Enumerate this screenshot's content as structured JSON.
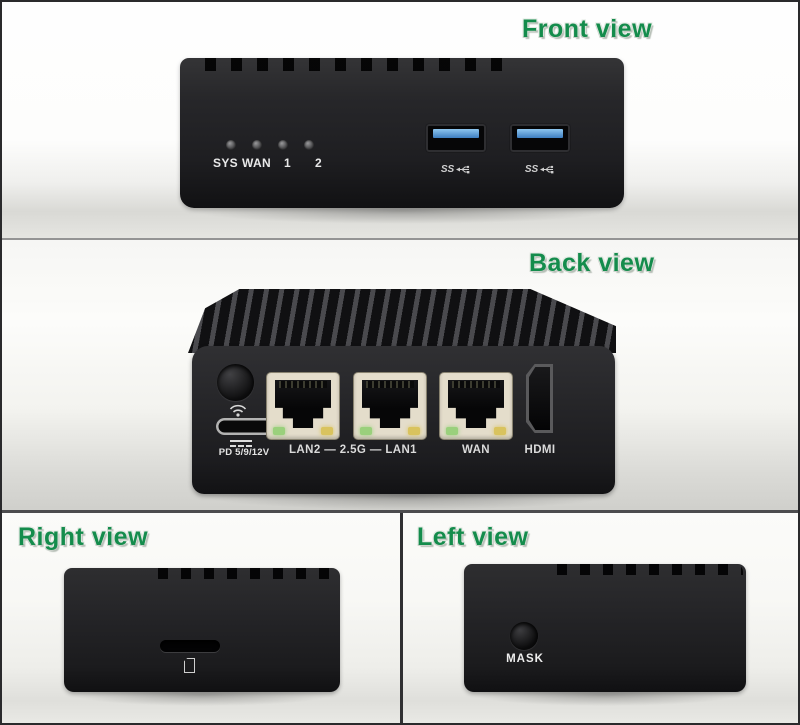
{
  "panels": {
    "front": {
      "label": "Front view",
      "led_labels": [
        "SYS",
        "WAN",
        "1",
        "2"
      ],
      "usb_label": "SS"
    },
    "back": {
      "label": "Back view",
      "power_label": "PD 5/9/12V",
      "lan_label": "LAN2 — 2.5G — LAN1",
      "wan_label": "WAN",
      "hdmi_label": "HDMI"
    },
    "right": {
      "label": "Right view"
    },
    "left": {
      "label": "Left view",
      "button_label": "MASK"
    }
  },
  "colors": {
    "label_green": "#148c4c",
    "usb_blue": "#5fa4dc",
    "led_green": "#9ad07c",
    "led_amber": "#d9c35e",
    "rj45_beige": "#e4ddcb",
    "device_black": "#232326"
  }
}
